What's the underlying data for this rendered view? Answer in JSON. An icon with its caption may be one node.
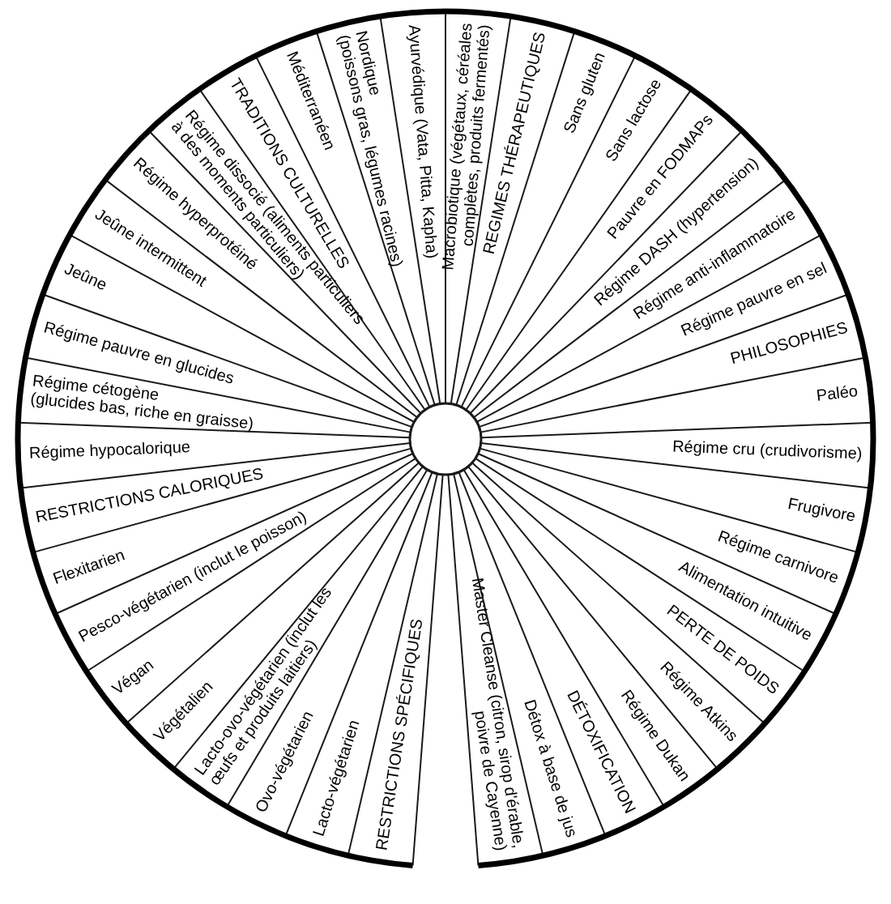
{
  "diagram": {
    "nodes": [
      {
        "text": [
          "RESTRICTIONS SPÉCIFIQUES"
        ]
      },
      {
        "text": [
          "Lacto-végétarien"
        ]
      },
      {
        "text": [
          "Ovo-végétarien"
        ]
      },
      {
        "text": [
          "Lacto-ovo-végétarien (inclut les œufs et produits laitiers)"
        ]
      },
      {
        "text": [
          "Végétalien"
        ]
      },
      {
        "text": [
          "Végan"
        ]
      },
      {
        "text": [
          "Pesco-végétarien (inclut le poisson)"
        ]
      },
      {
        "text": [
          "Flexitarien"
        ]
      },
      {
        "text": [
          "RESTRICTIONS CALORIQUES"
        ]
      },
      {
        "text": [
          "Régime hypocalorique"
        ]
      },
      {
        "text": [
          "Régime cétogène (glucides bas, riche en graisse)"
        ]
      },
      {
        "text": [
          "Régime pauvre en glucides"
        ]
      },
      {
        "text": [
          "Jeûne"
        ]
      },
      {
        "text": [
          "Jeûne intermittent"
        ]
      },
      {
        "text": [
          "Régime hyperprotéiné"
        ]
      },
      {
        "text": [
          "Régime dissocié (aliments particuliers à des moments particuliers)"
        ]
      },
      {
        "text": [
          "TRADITIONS CULTURELLES"
        ]
      },
      {
        "text": [
          "Méditerranéen"
        ]
      },
      {
        "text": [
          "Nordique (poissons gras, légumes racines)"
        ]
      },
      {
        "text": [
          "Ayurvédique (Vata, Pitta, Kapha)"
        ]
      },
      {
        "text": [
          "Macrobiotique (végétaux, céréales complètes, produits fermentés)"
        ]
      },
      {
        "text": [
          "REGIMES THÉRAPEUTIQUES"
        ]
      },
      {
        "text": [
          "Sans gluten"
        ]
      },
      {
        "text": [
          "Sans lactose"
        ]
      },
      {
        "text": [
          "Pauvre en FODMAPs"
        ]
      },
      {
        "text": [
          "Régime DASH (hypertension)"
        ]
      },
      {
        "text": [
          "Régime anti-inflammatoire"
        ]
      },
      {
        "text": [
          "Régime pauvre en sel"
        ]
      },
      {
        "text": [
          "PHILOSOPHIES"
        ]
      },
      {
        "text": [
          "Paléo"
        ]
      },
      {
        "text": [
          "Régime cru (crudivorisme)"
        ]
      },
      {
        "text": [
          "Frugivore"
        ]
      },
      {
        "text": [
          "Régime carnivore"
        ]
      },
      {
        "text": [
          "Alimentation intuitive"
        ]
      },
      {
        "text": [
          "PERTE DE POIDS"
        ]
      },
      {
        "text": [
          "Régime Atkins"
        ]
      },
      {
        "text": [
          "Régime Dukan"
        ]
      },
      {
        "text": [
          "DÉTOXIFICATION"
        ]
      },
      {
        "text": [
          "Détox à base de jus"
        ]
      },
      {
        "text": [
          "Master Cleanse (citron, sirop d'érable, poivre de Cayenne)"
        ]
      }
    ]
  }
}
